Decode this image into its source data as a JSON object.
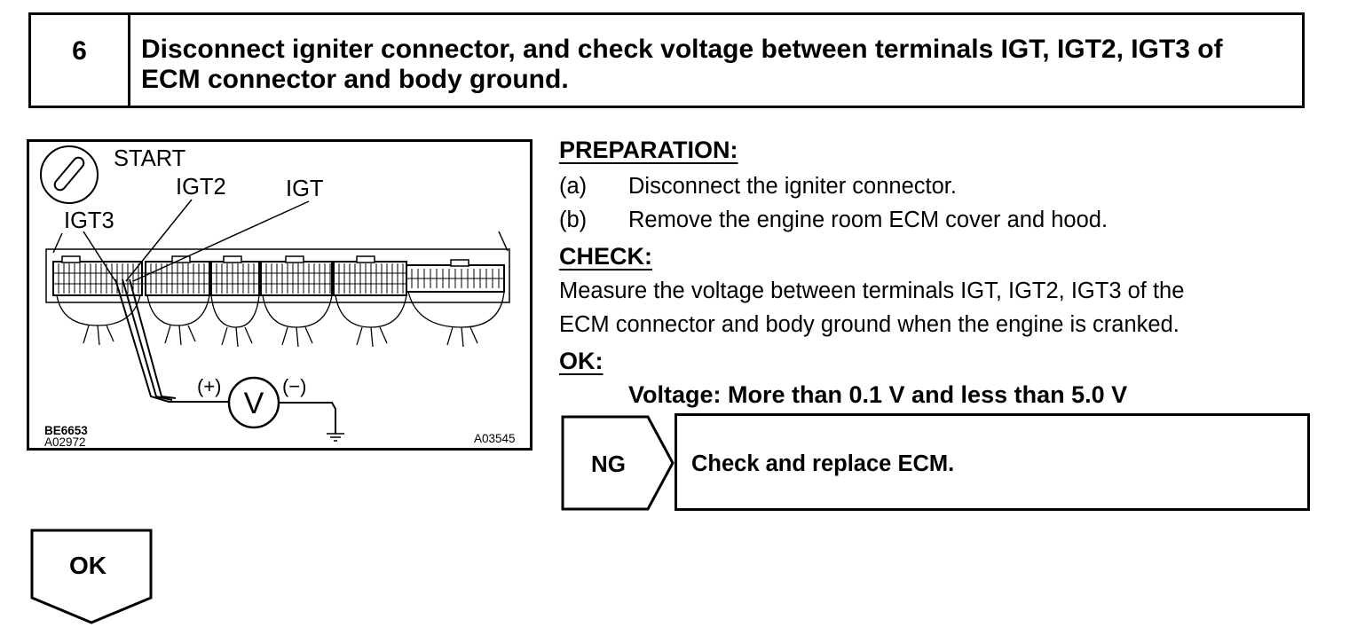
{
  "step": {
    "number": "6",
    "title": "Disconnect igniter connector, and check voltage between terminals IGT, IGT2, IGT3 of ECM connector and body ground."
  },
  "diagram": {
    "labels": {
      "start": "START",
      "igt2": "IGT2",
      "igt": "IGT",
      "igt3": "IGT3",
      "plus": "(+)",
      "minus": "(−)",
      "voltmeter": "V",
      "code1": "BE6653",
      "code2": "A02972",
      "code3": "A03545"
    }
  },
  "preparation": {
    "heading": "PREPARATION:",
    "items": [
      {
        "label": "(a)",
        "text": "Disconnect the igniter connector."
      },
      {
        "label": "(b)",
        "text": "Remove the engine room ECM cover and hood."
      }
    ]
  },
  "check": {
    "heading": "CHECK:",
    "line1": "Measure the voltage between terminals IGT, IGT2, IGT3 of the",
    "line2": "ECM connector and body ground when the engine is cranked."
  },
  "ok_section": {
    "heading": "OK:",
    "spec": "Voltage: More than 0.1 V and less than 5.0 V"
  },
  "ng": {
    "label": "NG",
    "action": "Check and replace ECM."
  },
  "ok_next": {
    "label": "OK"
  }
}
